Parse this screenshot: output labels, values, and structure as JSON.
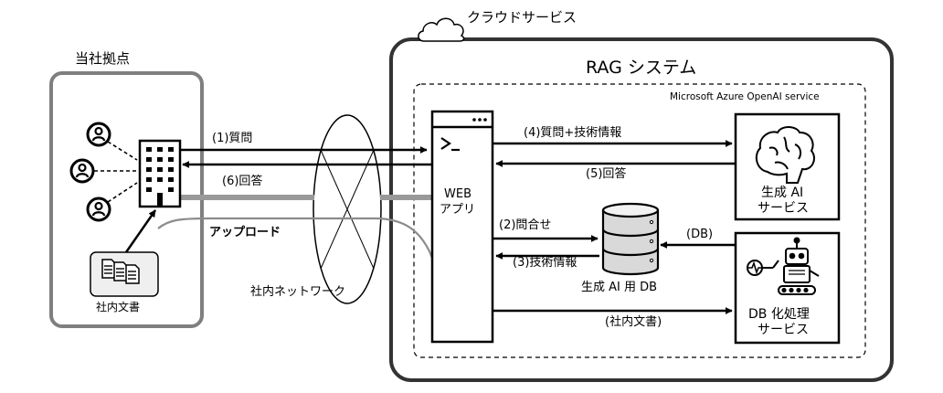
{
  "labels": {
    "office_title": "当社拠点",
    "cloud_title": "クラウドサービス",
    "rag_title": "RAG システム",
    "azure_title": "Microsoft Azure OpenAI service",
    "internal_docs": "社内文書",
    "network": "社内ネットワーク",
    "upload": "アップロード",
    "q1": "(1)質問",
    "a6": "(6)回答",
    "web_app_line1": "WEB",
    "web_app_line2": "アプリ",
    "q2": "(2)問合せ",
    "r3": "(3)技術情報",
    "q4": "(4)質問+技術情報",
    "a5": "(5)回答",
    "db_label": "生成 AI 用 DB",
    "db_short": "(DB)",
    "doc_transfer": "(社内文書)",
    "genai_line1": "生成 AI",
    "genai_line2": "サービス",
    "dbproc_line1": "DB 化処理",
    "dbproc_line2": "サービス"
  },
  "icons": {
    "user": "user-icon",
    "building": "office-building-icon",
    "documents": "documents-icon",
    "cloud": "cloud-icon",
    "terminal": "terminal-prompt-icon",
    "database": "database-icon",
    "brain": "brain-icon",
    "robot": "robot-icon"
  },
  "colors": {
    "line": "#000000",
    "office_border": "#7f7f7f",
    "gray_line": "#8c8c8c",
    "docs_bg": "#efefef"
  }
}
